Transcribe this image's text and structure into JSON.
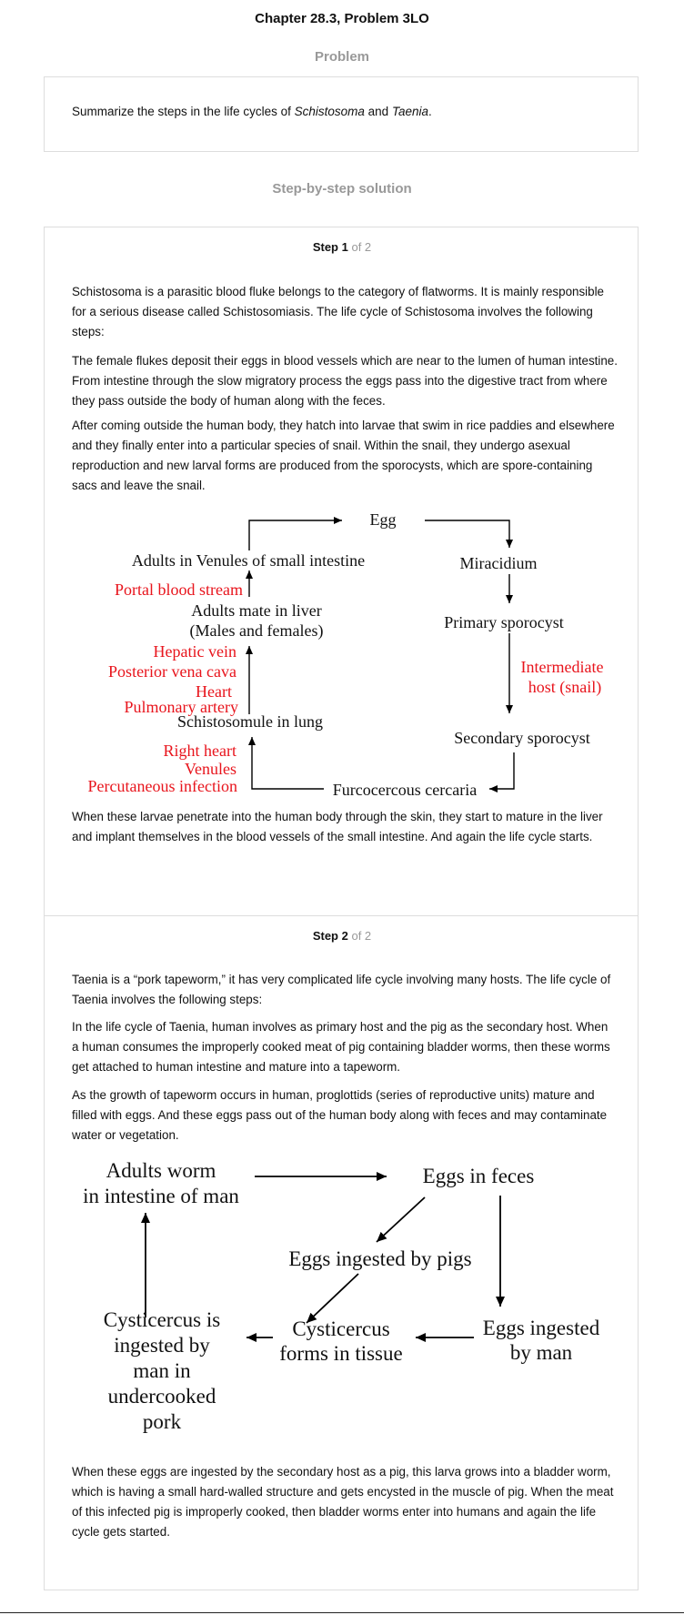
{
  "header": {
    "title": "Chapter 28.3, Problem 3LO"
  },
  "problem": {
    "label": "Problem",
    "pre": "Summarize the steps in the life cycles of ",
    "term1": "Schistosoma",
    "mid": " and ",
    "term2": "Taenia",
    "post": "."
  },
  "solution": {
    "label": "Step-by-step solution"
  },
  "step1": {
    "step_word": "Step 1",
    "of_text": "of 2",
    "paragraphs": [
      "Schistosoma is a parasitic blood fluke belongs to the category of flatworms. It is mainly responsible for a serious disease called Schistosomiasis. The life cycle of Schistosoma involves the following steps:",
      "The female flukes deposit their eggs in blood vessels which are near to the lumen of human intestine. From intestine through the slow migratory process the eggs pass into the digestive tract from where they pass outside the body of human along with the feces.",
      "After coming outside the human body, they hatch into larvae that swim in rice paddies and elsewhere and they finally enter into a particular species of snail. Within the snail, they undergo asexual reproduction and new larval forms are produced from the sporocysts, which are spore-containing sacs and leave the snail."
    ],
    "diagram": {
      "egg": "Egg",
      "miracidium": "Miracidium",
      "primary_sporocyst": "Primary sporocyst",
      "intermediate_host_1": "Intermediate",
      "intermediate_host_2": "host (snail)",
      "secondary_sporocyst": "Secondary sporocyst",
      "furcocercous_cercaria": "Furcocercous cercaria",
      "right_heart": "Right heart",
      "venules": "Venules",
      "percutaneous_infection": "Percutaneous infection",
      "schistosomule": "Schistosomule in lung",
      "hepatic_vein": "Hepatic vein",
      "posterior_vena_cava": "Posterior vena cava",
      "heart": "Heart",
      "pulmonary_artery": "Pulmonary artery",
      "adults_mate_1": "Adults mate in liver",
      "adults_mate_2": "(Males and females)",
      "portal_blood_stream": "Portal blood stream",
      "adults_venules": "Adults in Venules of small intestine"
    },
    "after": "When these larvae penetrate into the human body through the skin, they start to mature in the liver and implant themselves in the blood vessels of the small intestine. And again the life cycle starts."
  },
  "step2": {
    "step_word": "Step 2",
    "of_text": "of 2",
    "paragraphs": [
      "Taenia is a “pork tapeworm,” it has very complicated life cycle involving many hosts. The life cycle of Taenia involves the following steps:",
      "In the life cycle of Taenia, human involves as primary host and the pig as the secondary host. When a human consumes the improperly cooked meat of pig containing bladder worms, then these worms get attached to human intestine and mature into a tapeworm.",
      "As the growth of tapeworm occurs in human, proglottids (series of reproductive units) mature and filled with eggs. And these eggs pass out of the human body along with feces and may contaminate water or vegetation."
    ],
    "diagram": {
      "adults_worm_1": "Adults worm",
      "adults_worm_2": "in intestine of man",
      "eggs_in_feces": "Eggs in feces",
      "eggs_pigs": "Eggs ingested by pigs",
      "cysticercus_forms_1": "Cysticercus",
      "cysticercus_forms_2": "forms in tissue",
      "eggs_man_1": "Eggs ingested",
      "eggs_man_2": "by man",
      "cyst_pork_1": "Cysticercus is",
      "cyst_pork_2": "ingested by",
      "cyst_pork_3": "man in",
      "cyst_pork_4": "undercooked",
      "cyst_pork_5": "pork"
    },
    "after": "When these eggs are ingested by the secondary host as a pig, this larva grows into a bladder worm, which is having a small hard-walled structure and gets encysted in the muscle of pig. When the meat of this infected pig is improperly cooked, then bladder worms enter into humans and again the life cycle gets started."
  },
  "colors": {
    "accent_red": "#e8141c",
    "muted": "#999999",
    "border": "#dddddd"
  }
}
